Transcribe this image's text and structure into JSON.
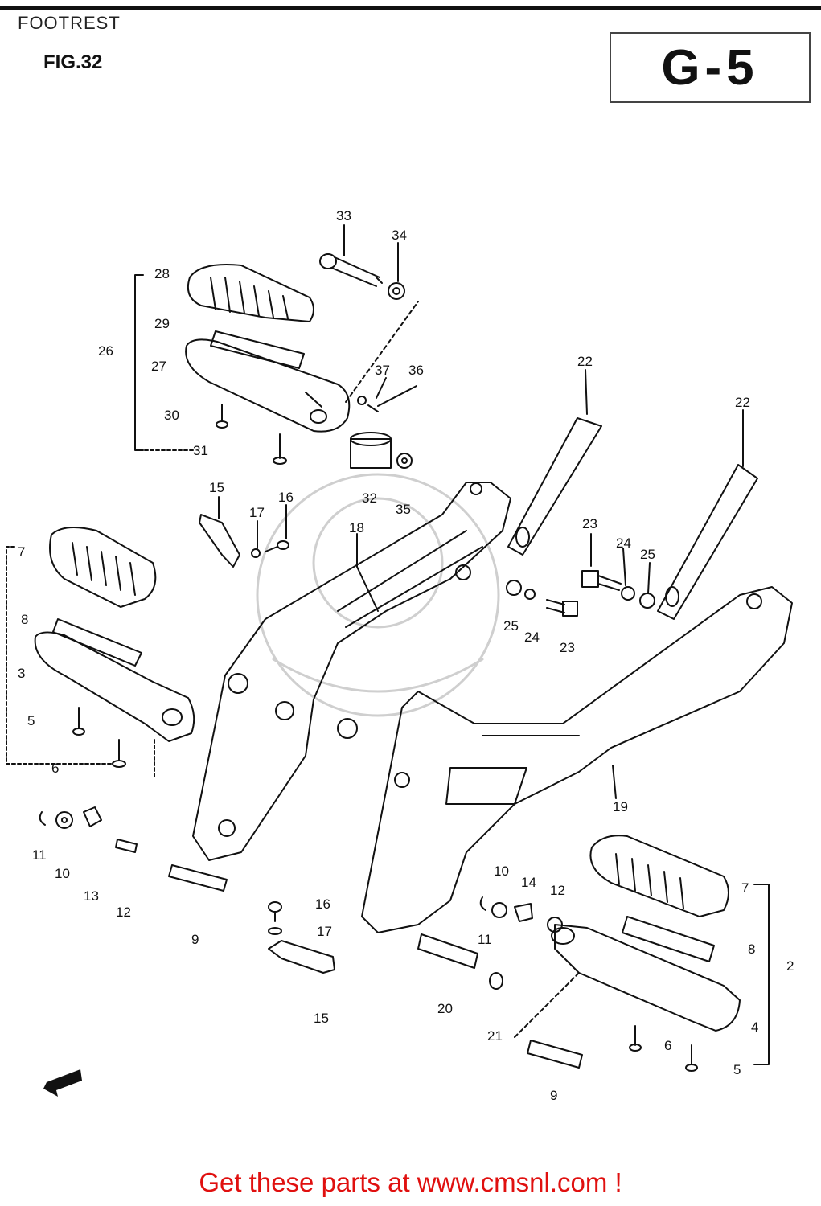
{
  "header": {
    "page_title": "FOOTREST",
    "fig_label": "FIG.32",
    "section_code": "G-5"
  },
  "footer": {
    "link_text": "Get these parts at www.cmsnl.com !"
  },
  "callouts": [
    {
      "id": "c33",
      "text": "33"
    },
    {
      "id": "c34",
      "text": "34"
    },
    {
      "id": "c28",
      "text": "28"
    },
    {
      "id": "c29",
      "text": "29"
    },
    {
      "id": "c26",
      "text": "26"
    },
    {
      "id": "c27",
      "text": "27"
    },
    {
      "id": "c37",
      "text": "37"
    },
    {
      "id": "c36",
      "text": "36"
    },
    {
      "id": "c30",
      "text": "30"
    },
    {
      "id": "c31",
      "text": "31"
    },
    {
      "id": "c22a",
      "text": "22"
    },
    {
      "id": "c22b",
      "text": "22"
    },
    {
      "id": "c32",
      "text": "32"
    },
    {
      "id": "c35",
      "text": "35"
    },
    {
      "id": "c15a",
      "text": "15"
    },
    {
      "id": "c17a",
      "text": "17"
    },
    {
      "id": "c16a",
      "text": "16"
    },
    {
      "id": "c18",
      "text": "18"
    },
    {
      "id": "c23a",
      "text": "23"
    },
    {
      "id": "c24a",
      "text": "24"
    },
    {
      "id": "c25a",
      "text": "25"
    },
    {
      "id": "c7a",
      "text": "7"
    },
    {
      "id": "c8a",
      "text": "8"
    },
    {
      "id": "c3",
      "text": "3"
    },
    {
      "id": "c5a",
      "text": "5"
    },
    {
      "id": "c6a",
      "text": "6"
    },
    {
      "id": "c25b",
      "text": "25"
    },
    {
      "id": "c24b",
      "text": "24"
    },
    {
      "id": "c23b",
      "text": "23"
    },
    {
      "id": "c19",
      "text": "19"
    },
    {
      "id": "c11a",
      "text": "11"
    },
    {
      "id": "c10a",
      "text": "10"
    },
    {
      "id": "c13",
      "text": "13"
    },
    {
      "id": "c12a",
      "text": "12"
    },
    {
      "id": "c9a",
      "text": "9"
    },
    {
      "id": "c16b",
      "text": "16"
    },
    {
      "id": "c17b",
      "text": "17"
    },
    {
      "id": "c15b",
      "text": "15"
    },
    {
      "id": "c10b",
      "text": "10"
    },
    {
      "id": "c14",
      "text": "14"
    },
    {
      "id": "c12b",
      "text": "12"
    },
    {
      "id": "c11b",
      "text": "11"
    },
    {
      "id": "c7b",
      "text": "7"
    },
    {
      "id": "c8b",
      "text": "8"
    },
    {
      "id": "c2",
      "text": "2"
    },
    {
      "id": "c4",
      "text": "4"
    },
    {
      "id": "c6b",
      "text": "6"
    },
    {
      "id": "c5b",
      "text": "5"
    },
    {
      "id": "c20",
      "text": "20"
    },
    {
      "id": "c21",
      "text": "21"
    },
    {
      "id": "c9b",
      "text": "9"
    }
  ],
  "icons": {
    "direction_arrow": "front-direction-arrow-icon",
    "watermark": "cmsnl-watermark"
  }
}
